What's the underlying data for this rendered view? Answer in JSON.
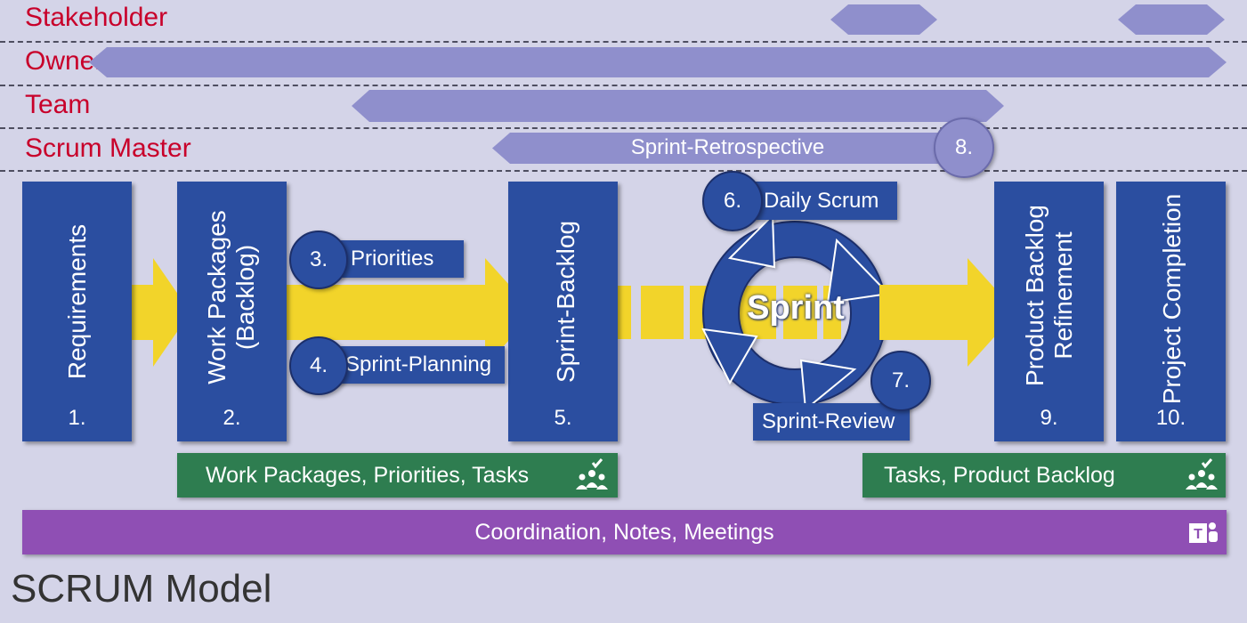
{
  "roles": {
    "stakeholder": "Stakeholder",
    "owner": "Owner",
    "team": "Team",
    "scrum_master": "Scrum Master"
  },
  "retrospective": {
    "label": "Sprint-Retrospective",
    "number": "8."
  },
  "boxes": {
    "requirements": {
      "label": "Requirements",
      "number": "1."
    },
    "work_packages": {
      "line1": "Work Packages",
      "line2": "(Backlog)",
      "number": "2."
    },
    "sprint_backlog": {
      "label": "Sprint-Backlog",
      "number": "5."
    },
    "product_backlog": {
      "line1": "Product Backlog",
      "line2": "Refinement",
      "number": "9."
    },
    "project_completion": {
      "label": "Project Completion",
      "number": "10."
    }
  },
  "steps": {
    "priorities": {
      "number": "3.",
      "label": "Priorities"
    },
    "sprint_planning": {
      "number": "4.",
      "label": "Sprint-Planning"
    },
    "daily_scrum": {
      "number": "6.",
      "label": "Daily Scrum"
    },
    "sprint_review": {
      "number": "7.",
      "label": "Sprint-Review"
    }
  },
  "sprint_label": "Sprint",
  "bars": {
    "planner_left": "Work Packages, Priorities, Tasks",
    "planner_right": "Tasks, Product Backlog",
    "teams": "Coordination, Notes, Meetings"
  },
  "footer_title": "SCRUM Model",
  "icons": {
    "planner": "planner-team-check-icon",
    "teams": "microsoft-teams-icon"
  },
  "colors": {
    "background": "#d4d4e8",
    "role_text": "#c8002a",
    "lane": "#8f8fcc",
    "box": "#2b4ea0",
    "arrow": "#f2d42a",
    "planner_bar": "#2e7d50",
    "teams_bar": "#8f4fb4"
  }
}
